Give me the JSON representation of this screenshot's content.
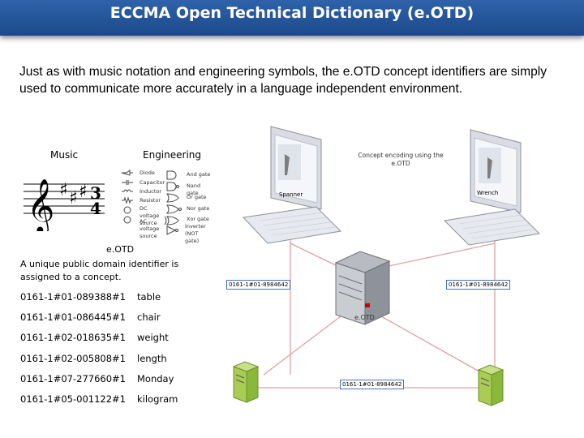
{
  "header": {
    "title": "ECCMA Open Technical Dictionary (e.OTD)"
  },
  "intro_text": "Just as with music notation and engineering symbols, the e.OTD concept identifiers are simply used to communicate more accurately in a language independent environment.",
  "labels": {
    "music": "Music",
    "engineering": "Engineering",
    "eotd": "e.OTD",
    "eotd_description": "A unique public domain identifier is assigned to a concept.",
    "concept_encoding": "Concept encoding using the e.OTD",
    "server": "e.OTD",
    "left_device": "Spanner",
    "right_device": "Wrench"
  },
  "time_signature": {
    "top": "3",
    "bottom": "4"
  },
  "engineering_symbols": {
    "left": [
      "Diode",
      "Capacitor",
      "Inductor",
      "Resistor",
      "DC voltage source",
      "AC voltage source"
    ],
    "right": [
      "And gate",
      "Nand gate",
      "Or gate",
      "Nor gate",
      "Xor gate",
      "Inverter (NOT gate)"
    ]
  },
  "identifier_boxes": {
    "left": "0161-1#01-8984642",
    "right": "0161-1#01-8984642",
    "bottom": "0161-1#01-8984642"
  },
  "mappings": [
    {
      "code": "0161-1#01-089388#1",
      "term": "table"
    },
    {
      "code": "0161-1#01-086445#1",
      "term": "chair"
    },
    {
      "code": "0161-1#02-018635#1",
      "term": "weight"
    },
    {
      "code": "0161-1#02-005808#1",
      "term": "length"
    },
    {
      "code": "0161-1#07-277660#1",
      "term": "Monday"
    },
    {
      "code": "0161-1#05-001122#1",
      "term": "kilogram"
    }
  ],
  "colors": {
    "header_blue": "#2555a0",
    "link_line": "#e0a0a0",
    "accent_red": "#cc0000"
  }
}
